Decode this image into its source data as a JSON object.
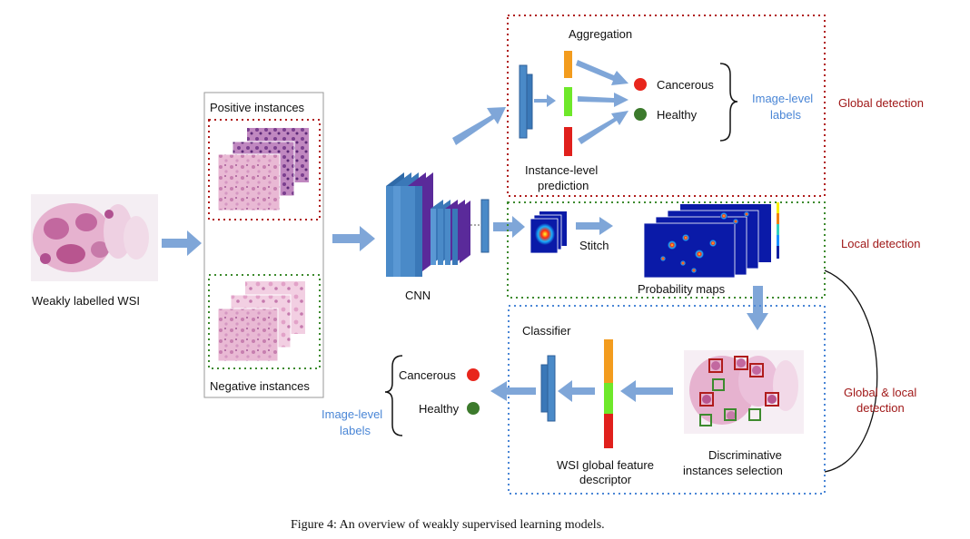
{
  "wsi": {
    "label": "Weakly labelled WSI"
  },
  "instances": {
    "positive_label": "Positive instances",
    "negative_label": "Negative instances"
  },
  "cnn": {
    "label": "CNN"
  },
  "global": {
    "aggregation": "Aggregation",
    "instance_pred_line1": "Instance-level",
    "instance_pred_line2": "prediction",
    "class_cancerous": "Cancerous",
    "class_healthy": "Healthy",
    "image_level_line1": "Image-level",
    "image_level_line2": "labels",
    "title": "Global detection"
  },
  "local": {
    "stitch": "Stitch",
    "probability_maps": "Probability maps",
    "title": "Local detection"
  },
  "combined": {
    "classifier": "Classifier",
    "class_cancerous": "Cancerous",
    "class_healthy": "Healthy",
    "image_level_line1": "Image-level",
    "image_level_line2": "labels",
    "descriptor_line1": "WSI global feature",
    "descriptor_line2": "descriptor",
    "selection_line1": "Discriminative",
    "selection_line2": "instances selection",
    "title_line1": "Global & local",
    "title_line2": "detection"
  },
  "caption": "Figure 4: An overview of weakly supervised learning models.",
  "colors": {
    "arrow": "#7fa6d8",
    "global_border": "#b01c1c",
    "local_border": "#3d8a2e",
    "combined_border": "#4a86d6",
    "cancerous": "#e8261c",
    "healthy": "#3c7a2c",
    "bar_orange": "#f39c1e",
    "bar_green": "#6ee82a",
    "bar_red": "#e0201c",
    "title_red": "#a01818",
    "label_blue": "#4a86d6",
    "cnn_blue": "#3a78b8",
    "cnn_purple": "#5a2a9a"
  }
}
